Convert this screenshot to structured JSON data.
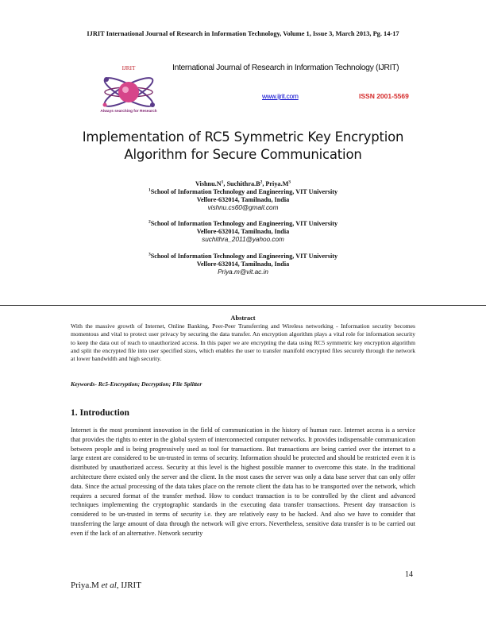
{
  "header": {
    "running_head": "IJRIT International Journal of Research in Information Technology, Volume 1, Issue 3, March 2013, Pg. 14-17",
    "journal_name": "International Journal of Research in Information Technology (IJRIT)",
    "url": "www.ijrit.com",
    "issn": "ISSN 2001-5569"
  },
  "logo": {
    "text": "IJRIT",
    "tagline": "Always searching for Research"
  },
  "paper": {
    "title_line1": "Implementation of RC5 Symmetric Key Encryption",
    "title_line2": "Algorithm for Secure Communication"
  },
  "authors": {
    "names": [
      "Vishnu.N",
      "Suchithra.B",
      "Priya.M"
    ],
    "sups": [
      "1",
      "2",
      "3"
    ],
    "sep": ", "
  },
  "affiliations": [
    {
      "sup": "1",
      "dept": "School of Information Technology and Engineering, VIT University",
      "address": "Vellore-632014, Tamilnadu, India",
      "email": "vishnu.cs60@gmail.com"
    },
    {
      "sup": "2",
      "dept": "School of Information Technology and Engineering, VIT University",
      "address": "Vellore-632014, Tamilnadu, India",
      "email": "suchithra_2011@yahoo.com"
    },
    {
      "sup": "3",
      "dept": "School of Information Technology and Engineering, VIT University",
      "address": "Vellore-632014, Tamilnadu, India",
      "email": "Priya.m@vit.ac.in"
    }
  ],
  "abstract": {
    "heading": "Abstract",
    "body": "With the massive growth of Internet, Online Banking, Peer-Peer Transferring and Wireless networking - Information security becomes momentous and vital to protect user privacy by securing the data transfer. An encryption algorithm plays a vital role for information security to keep the data out of reach to unauthorized access. In this paper we are encrypting the data using RC5 symmetric key encryption algorithm and split the encrypted file into user specified sizes, which enables the user to transfer manifold encrypted files securely through the network at lower bandwidth and high security.",
    "keywords": "Keywords- Rc5-Encryption; Decryption; File Splitter"
  },
  "introduction": {
    "heading": "1. Introduction",
    "body": "Internet is the most prominent innovation in the field of communication in the history of human race. Internet access is a service that provides the rights to enter in the global system of interconnected computer networks. It provides indispensable communication between people and is being progressively used as tool for transactions. But transactions are being carried over the internet to a large extent are considered to be un-trusted in terms of security. Information should be protected and should be restricted even it is distributed by unauthorized access. Security at this level is the highest possible manner to overcome this state. In the traditional architecture there existed only the server and the client. In the most cases the server was only a data base server that can only offer data. Since the actual processing of the data takes place on the remote client the data has to be transported over the network, which requires a secured format of the transfer method. How to conduct transaction is to be controlled by the client and advanced techniques implementing the cryptographic standards in the executing data transfer transactions. Present day transaction is considered to be un-trusted in terms of security i.e. they are relatively easy to be hacked. And also we have to consider that transferring the large amount of data through the network will give errors. Nevertheless, sensitive data transfer is to be carried out even if the lack of an alternative. Network security"
  },
  "footer": {
    "page_number": "14",
    "author_prefix": "Priya.M ",
    "author_etal": "et al",
    "author_suffix": ", IJRIT"
  }
}
